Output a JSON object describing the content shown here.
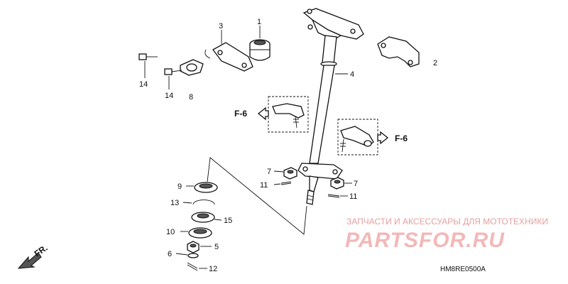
{
  "parts": {
    "p1": "1",
    "p2": "2",
    "p3": "3",
    "p4": "4",
    "p5": "5",
    "p6": "6",
    "p7a": "7",
    "p7b": "7",
    "p8": "8",
    "p9": "9",
    "p10": "10",
    "p11a": "11",
    "p11b": "11",
    "p12": "12",
    "p13": "13",
    "p14a": "14",
    "p14b": "14",
    "p15": "15"
  },
  "refs": {
    "left": "F-6",
    "right": "F-6"
  },
  "front_label": "FR.",
  "watermark": {
    "tagline": "ЗАПЧАСТИ И АКСЕССУАРЫ ДЛЯ МОТОТЕХНИКИ",
    "brand": "PARTSFOR.RU"
  },
  "diagram_code": "HM8RE0500A",
  "colors": {
    "line": "#111111",
    "watermark": "#f2b8b8"
  }
}
